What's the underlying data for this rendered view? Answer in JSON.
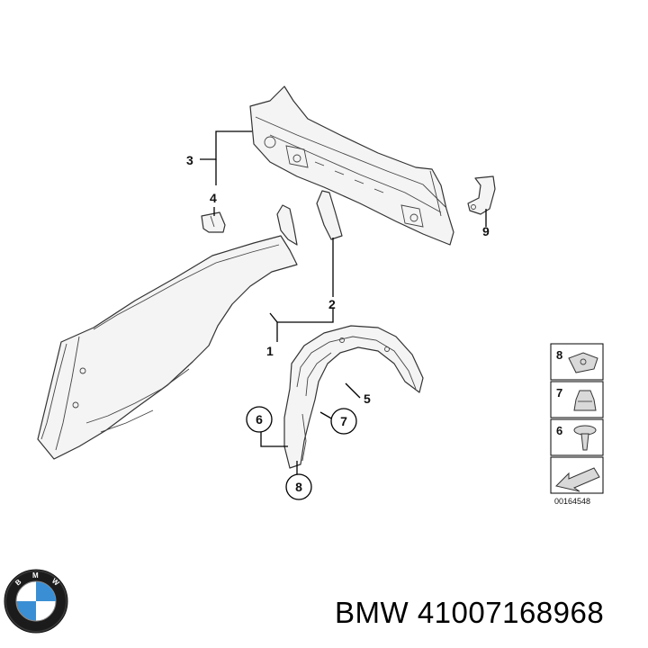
{
  "callouts": {
    "c1": "1",
    "c2": "2",
    "c3": "3",
    "c4": "4",
    "c5": "5",
    "c6": "6",
    "c7": "7",
    "c8": "8",
    "c9": "9"
  },
  "legend": {
    "items": [
      "8",
      "7",
      "6"
    ],
    "ref_code": "00164548"
  },
  "logo": {
    "text": "BMW",
    "colors": {
      "blue": "#3a8fd4",
      "white": "#ffffff",
      "ring": "#1b1b1b"
    }
  },
  "caption": {
    "brand": "BMW",
    "part_number": "41007168968"
  }
}
